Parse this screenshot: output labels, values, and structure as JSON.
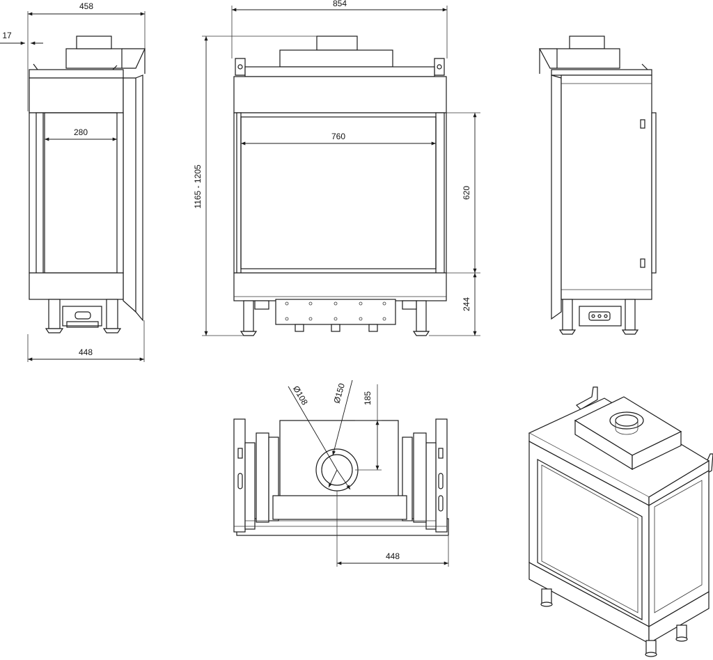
{
  "dimensions": {
    "side_left_depth_top": "458",
    "side_left_offset": "17",
    "side_left_glass_width": "280",
    "side_left_depth_bottom": "448",
    "front_width": "854",
    "front_glass_width": "760",
    "front_height_range": "1165 - 1205",
    "front_glass_height": "620",
    "front_base_height": "244",
    "top_inner_flue": "Ø108",
    "top_outer_flue": "Ø150",
    "top_flue_offset": "185",
    "top_depth": "448"
  },
  "icons": [
    "flue-collar-icon",
    "adjustable-foot-icon",
    "mounting-bracket-icon"
  ]
}
